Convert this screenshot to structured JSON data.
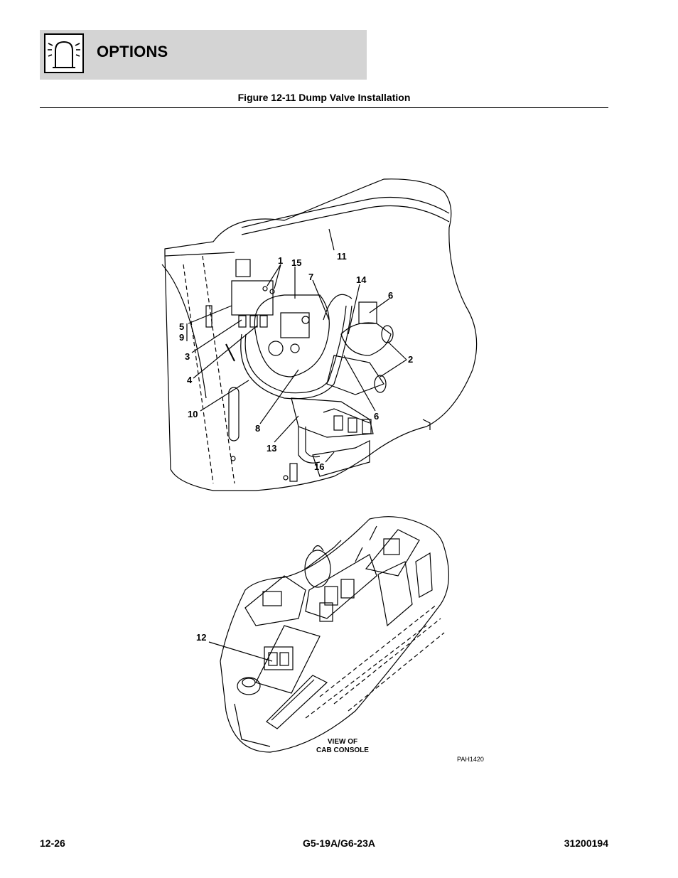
{
  "header": {
    "title": "OPTIONS",
    "icon": "beacon-light-icon"
  },
  "figure": {
    "caption": "Figure 12-11 Dump Valve Installation",
    "callouts": [
      "1",
      "15",
      "11",
      "7",
      "14",
      "6",
      "5",
      "9",
      "3",
      "2",
      "4",
      "10",
      "8",
      "6",
      "13",
      "16",
      "12"
    ],
    "console_label_line1": "VIEW OF",
    "console_label_line2": "CAB CONSOLE",
    "drawing_code": "PAH1420"
  },
  "footer": {
    "page_number": "12-26",
    "model": "G5-19A/G6-23A",
    "doc_number": "31200194"
  }
}
